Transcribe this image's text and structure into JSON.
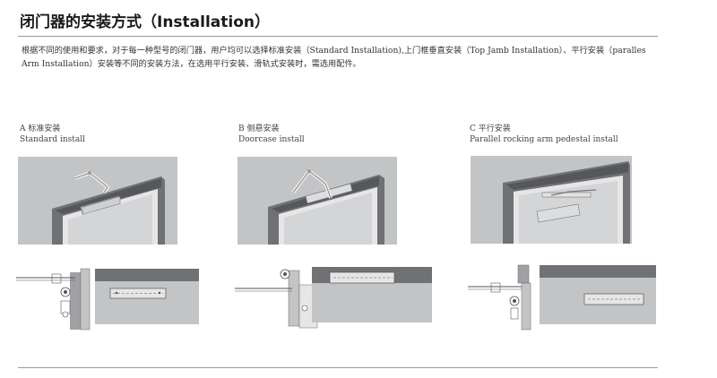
{
  "heading": "闭门器的安装方式（Installation）",
  "description": "根据不同的使用和要求，对于每一种型号的闭门器，用户均可以选择标准安装（Standard Installation),上门框垂直安装（Top Jamb Installation）、平行安装（paralles Arm Installation）安装等不同的安装方法，在选用平行安装、滑轨式安装时，需选用配件。",
  "methods": [
    {
      "label_cn": "A 标准安装",
      "label_en": "Standard install"
    },
    {
      "label_cn": "B 侧悬安装",
      "label_en": "Doorcase install"
    },
    {
      "label_cn": "C 平行安装",
      "label_en": "Parallel rocking arm pedestal install"
    }
  ],
  "colors": {
    "wall": "#c3c4c6",
    "frame": "#6f7175",
    "door": "#e6e6e7",
    "closer": "#dcdddf",
    "line": "#555555"
  }
}
